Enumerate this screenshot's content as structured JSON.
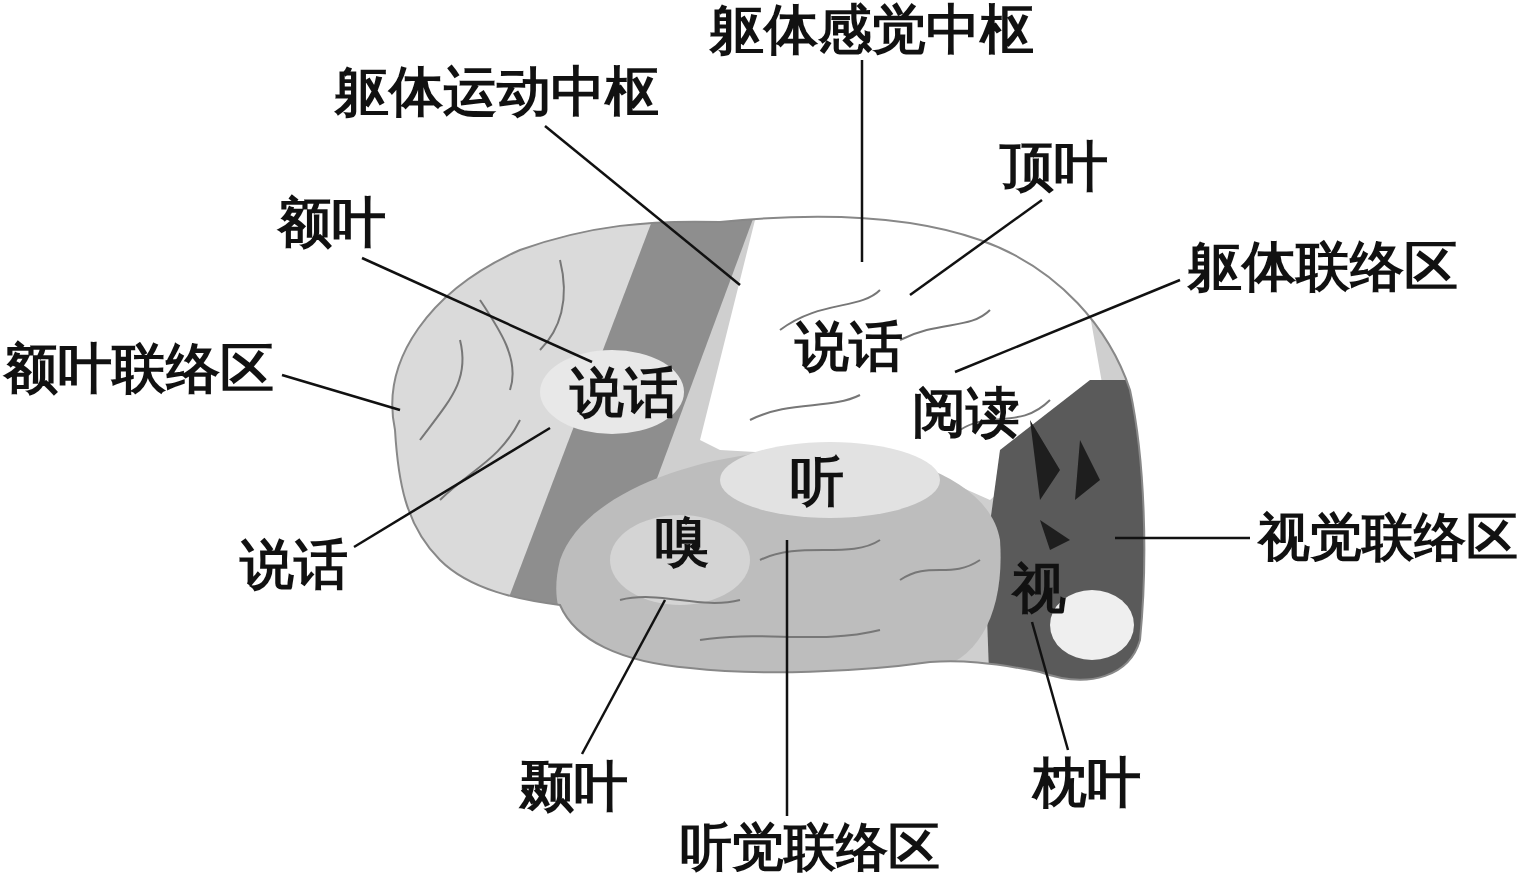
{
  "diagram": {
    "labels": [
      "躯体感觉中枢",
      "躯体运动中枢",
      "顶叶",
      "额叶",
      "躯体联络区",
      "额叶联络区",
      "说话",
      "说话",
      "阅读",
      "听",
      "嗅",
      "说话",
      "视觉联络区",
      "视",
      "颞叶",
      "枕叶",
      "听觉联络区"
    ]
  }
}
